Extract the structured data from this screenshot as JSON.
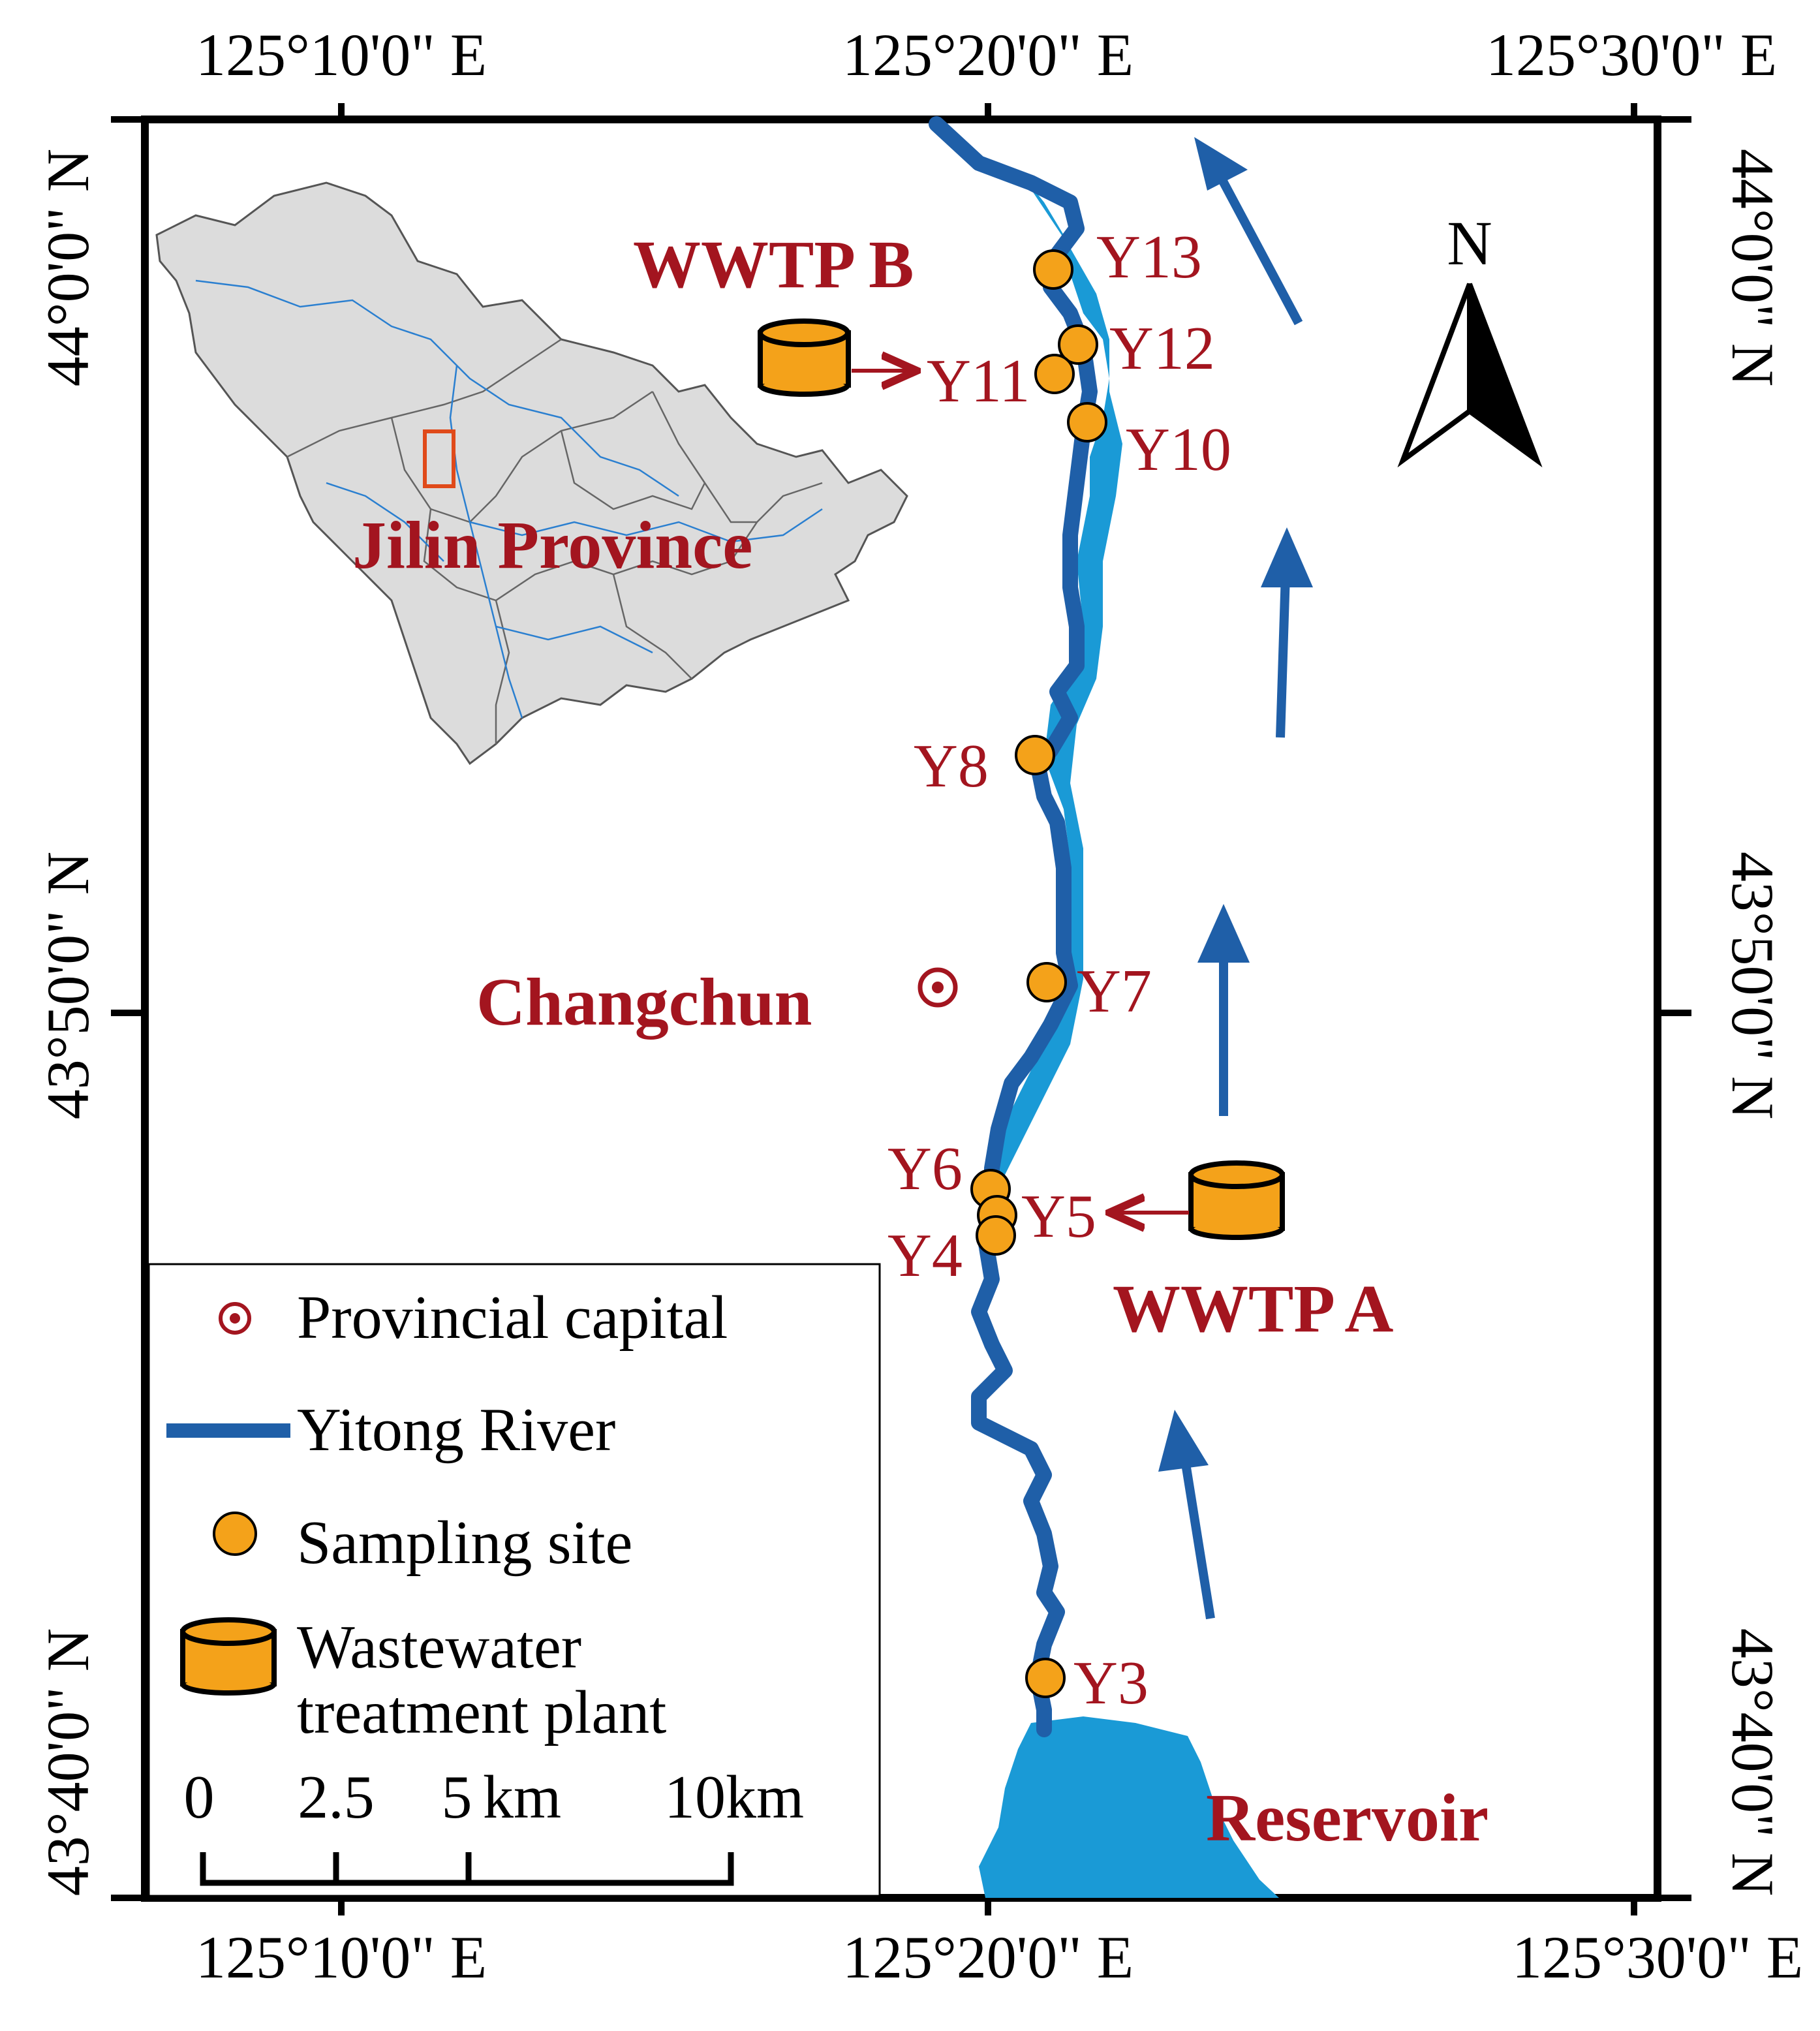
{
  "map": {
    "coordinates": {
      "lon_labels": [
        "125°10'0\" E",
        "125°20'0\" E",
        "125°30'0\" E"
      ],
      "lat_labels": [
        "44°0'0\" N",
        "43°50'0\" N",
        "43°40'0\" N"
      ]
    },
    "places": {
      "wwtp_b": "WWTP B",
      "wwtp_a": "WWTP A",
      "changchun": "Changchun",
      "reservoir": "Reservoir",
      "inset_label": "Jilin Province"
    },
    "sites": [
      {
        "id": "Y13",
        "label": "Y13"
      },
      {
        "id": "Y12",
        "label": "Y12"
      },
      {
        "id": "Y11",
        "label": "Y11"
      },
      {
        "id": "Y10",
        "label": "Y10"
      },
      {
        "id": "Y8",
        "label": "Y8"
      },
      {
        "id": "Y7",
        "label": "Y7"
      },
      {
        "id": "Y6",
        "label": "Y6"
      },
      {
        "id": "Y5",
        "label": "Y5"
      },
      {
        "id": "Y4",
        "label": "Y4"
      },
      {
        "id": "Y3",
        "label": "Y3"
      }
    ],
    "compass": {
      "label": "N"
    },
    "legend": {
      "provincial_capital": "Provincial capital",
      "river": "Yitong River",
      "sampling_site": "Sampling site",
      "wwtp_line1": "Wastewater",
      "wwtp_line2": "treatment plant"
    },
    "scale_bar": {
      "labels": [
        "0",
        "2.5",
        "5",
        "km",
        "10km"
      ]
    },
    "colors": {
      "river": "#1f5fa8",
      "water": "#1a9ad6",
      "site_fill": "#f4a21a",
      "label_red": "#a3151f",
      "inset_fill": "#dcdcdc"
    }
  }
}
